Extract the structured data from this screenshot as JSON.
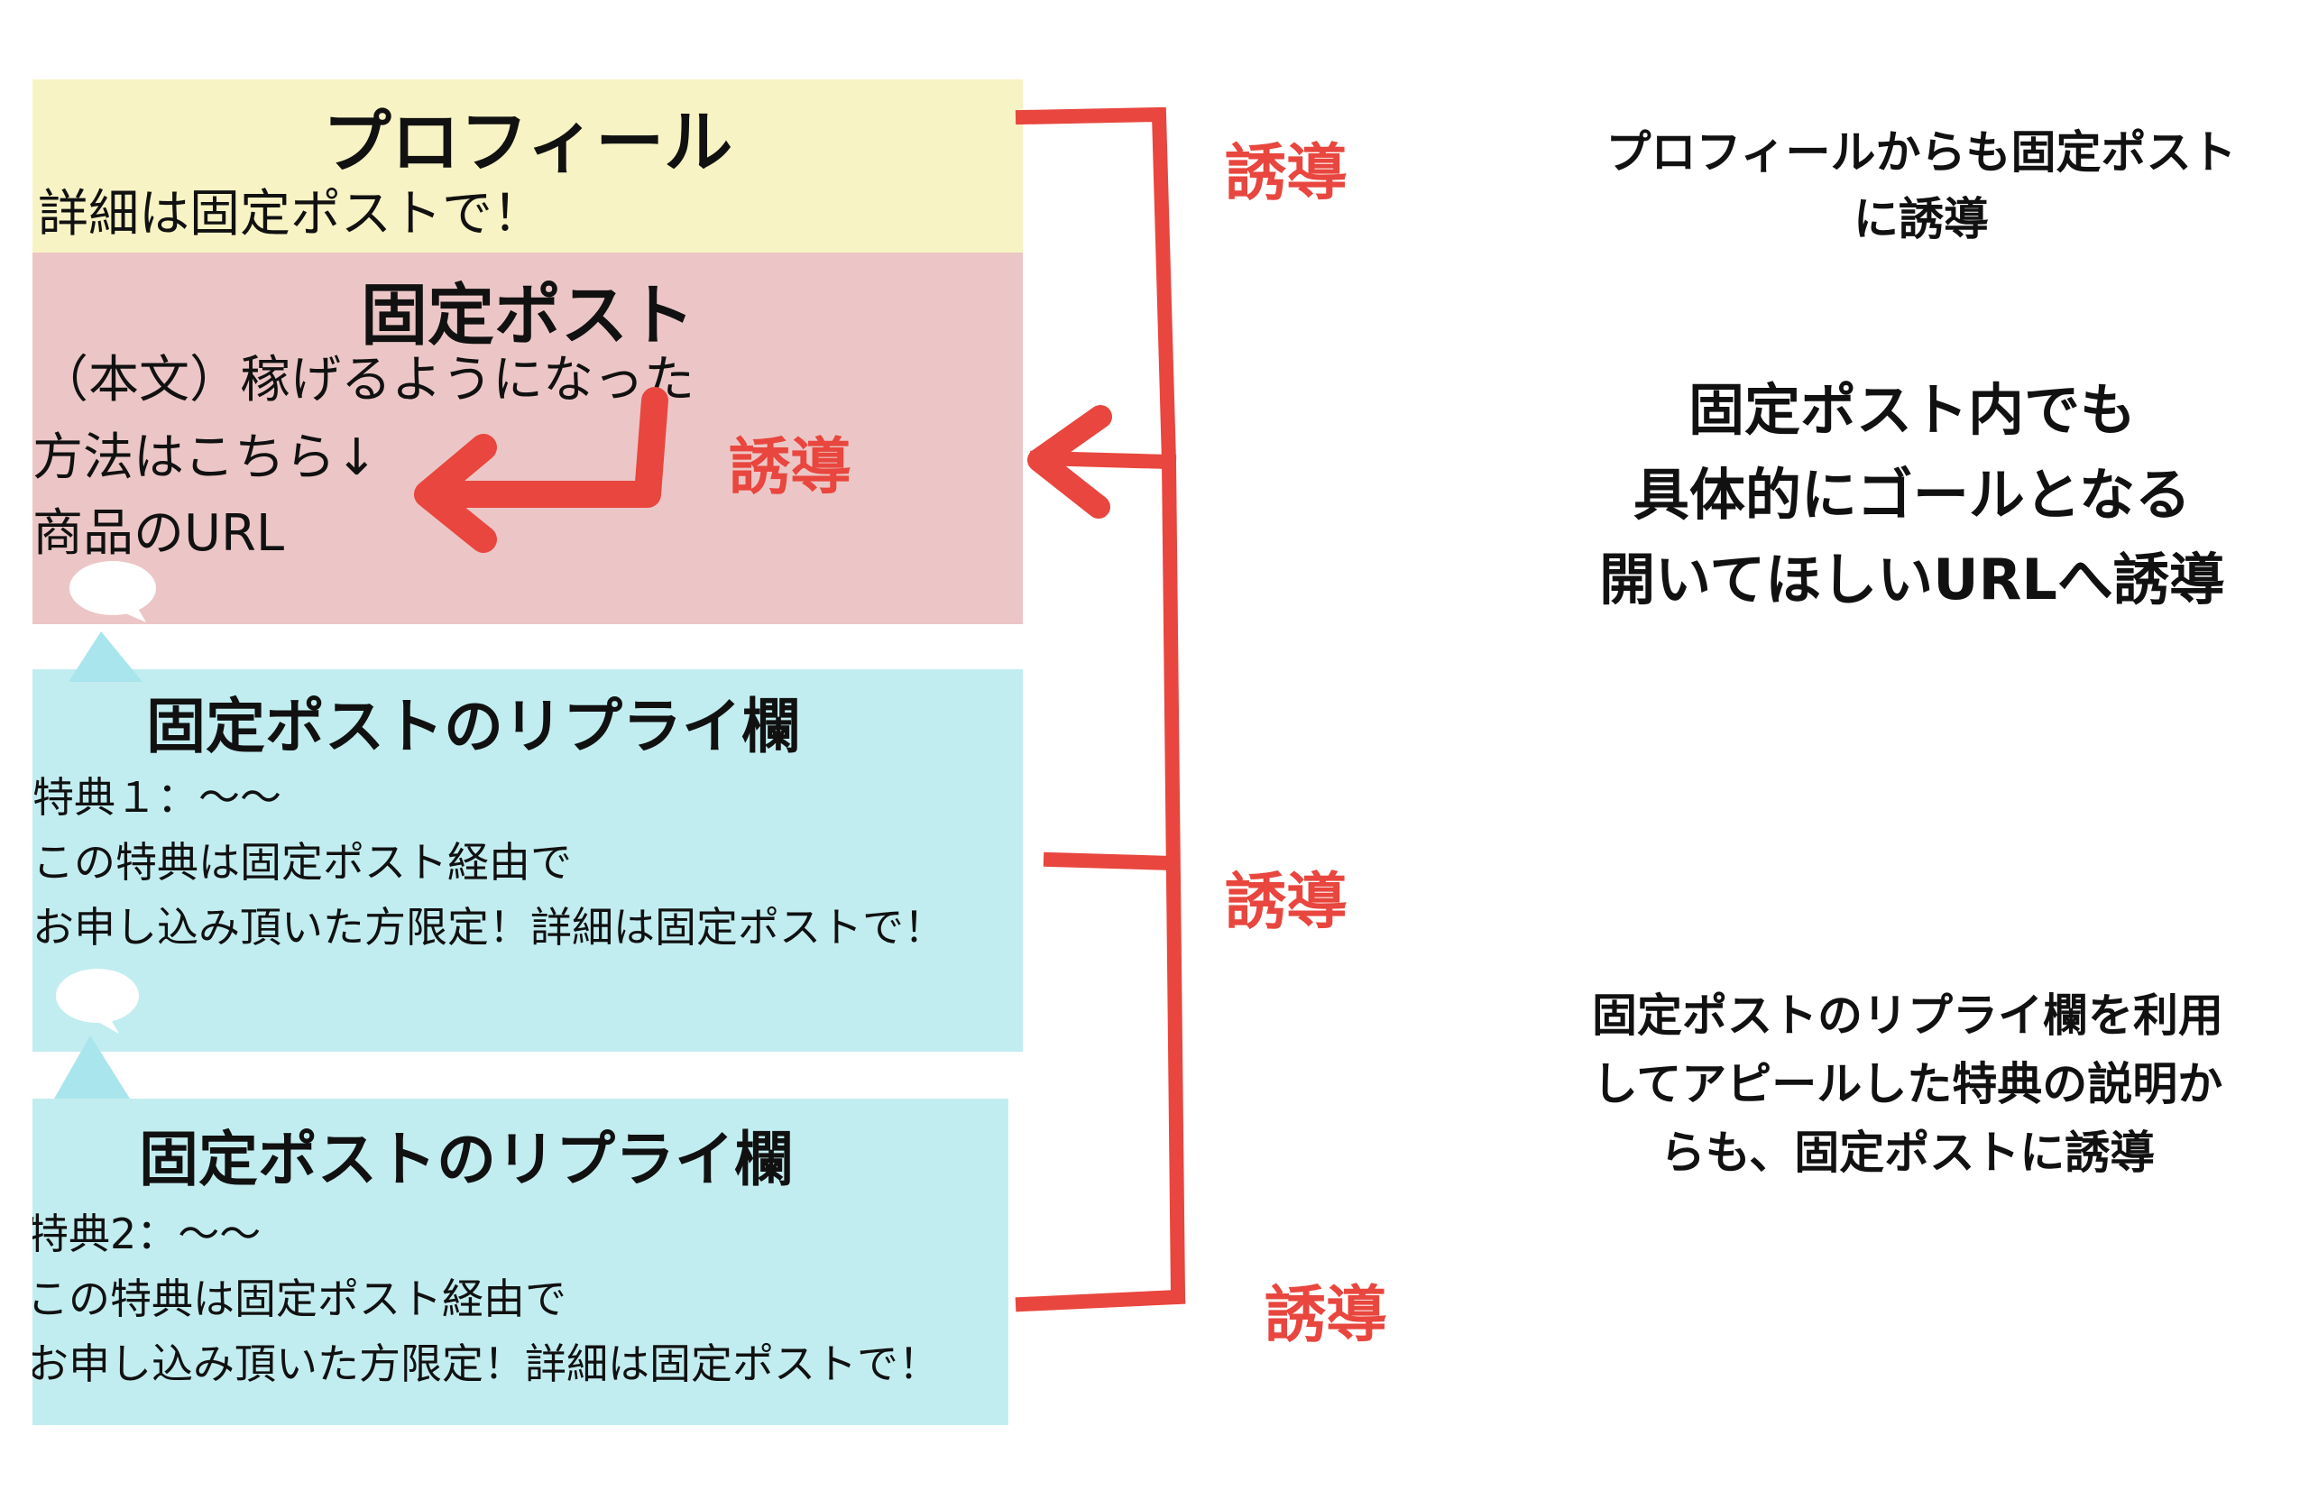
{
  "colors": {
    "profile_bg": "#f8f3c4",
    "pinned_bg": "#ecc6c6",
    "reply_bg": "#c2edf0",
    "accent_red": "#e8463e",
    "bubble_tail": "#a9e5ec",
    "text": "#111111"
  },
  "profile": {
    "title": "プロフィール",
    "line1": "詳細は固定ポストで！"
  },
  "pinned_post": {
    "title": "固定ポスト",
    "line1": "（本文）稼げるようになった",
    "line2": "方法はこちら↓",
    "line3": "商品のURL",
    "inner_label": "誘導"
  },
  "reply1": {
    "title": "固定ポストのリプライ欄",
    "line1": "特典１：〜〜",
    "line2": "この特典は固定ポスト経由で",
    "line3": "お申し込み頂いた方限定！詳細は固定ポストで！"
  },
  "reply2": {
    "title": "固定ポストのリプライ欄",
    "line1": "特典2：〜〜",
    "line2": "この特典は固定ポスト経由で",
    "line3": "お申し込み頂いた方限定！詳細は固定ポストで！"
  },
  "labels": {
    "guide1": "誘導",
    "guide2": "誘導",
    "guide3": "誘導"
  },
  "notes": {
    "note1": "プロフィールからも固定ポスト\nに誘導",
    "note2": "固定ポスト内でも\n具体的にゴールとなる\n開いてほしいURLへ誘導",
    "note3": "固定ポストのリプライ欄を利用\nしてアピールした特典の説明か\nらも、固定ポストに誘導"
  },
  "icons": [
    "speech-bubble-icon",
    "speech-bubble-icon",
    "arrow-left-icon",
    "bracket-connector"
  ]
}
